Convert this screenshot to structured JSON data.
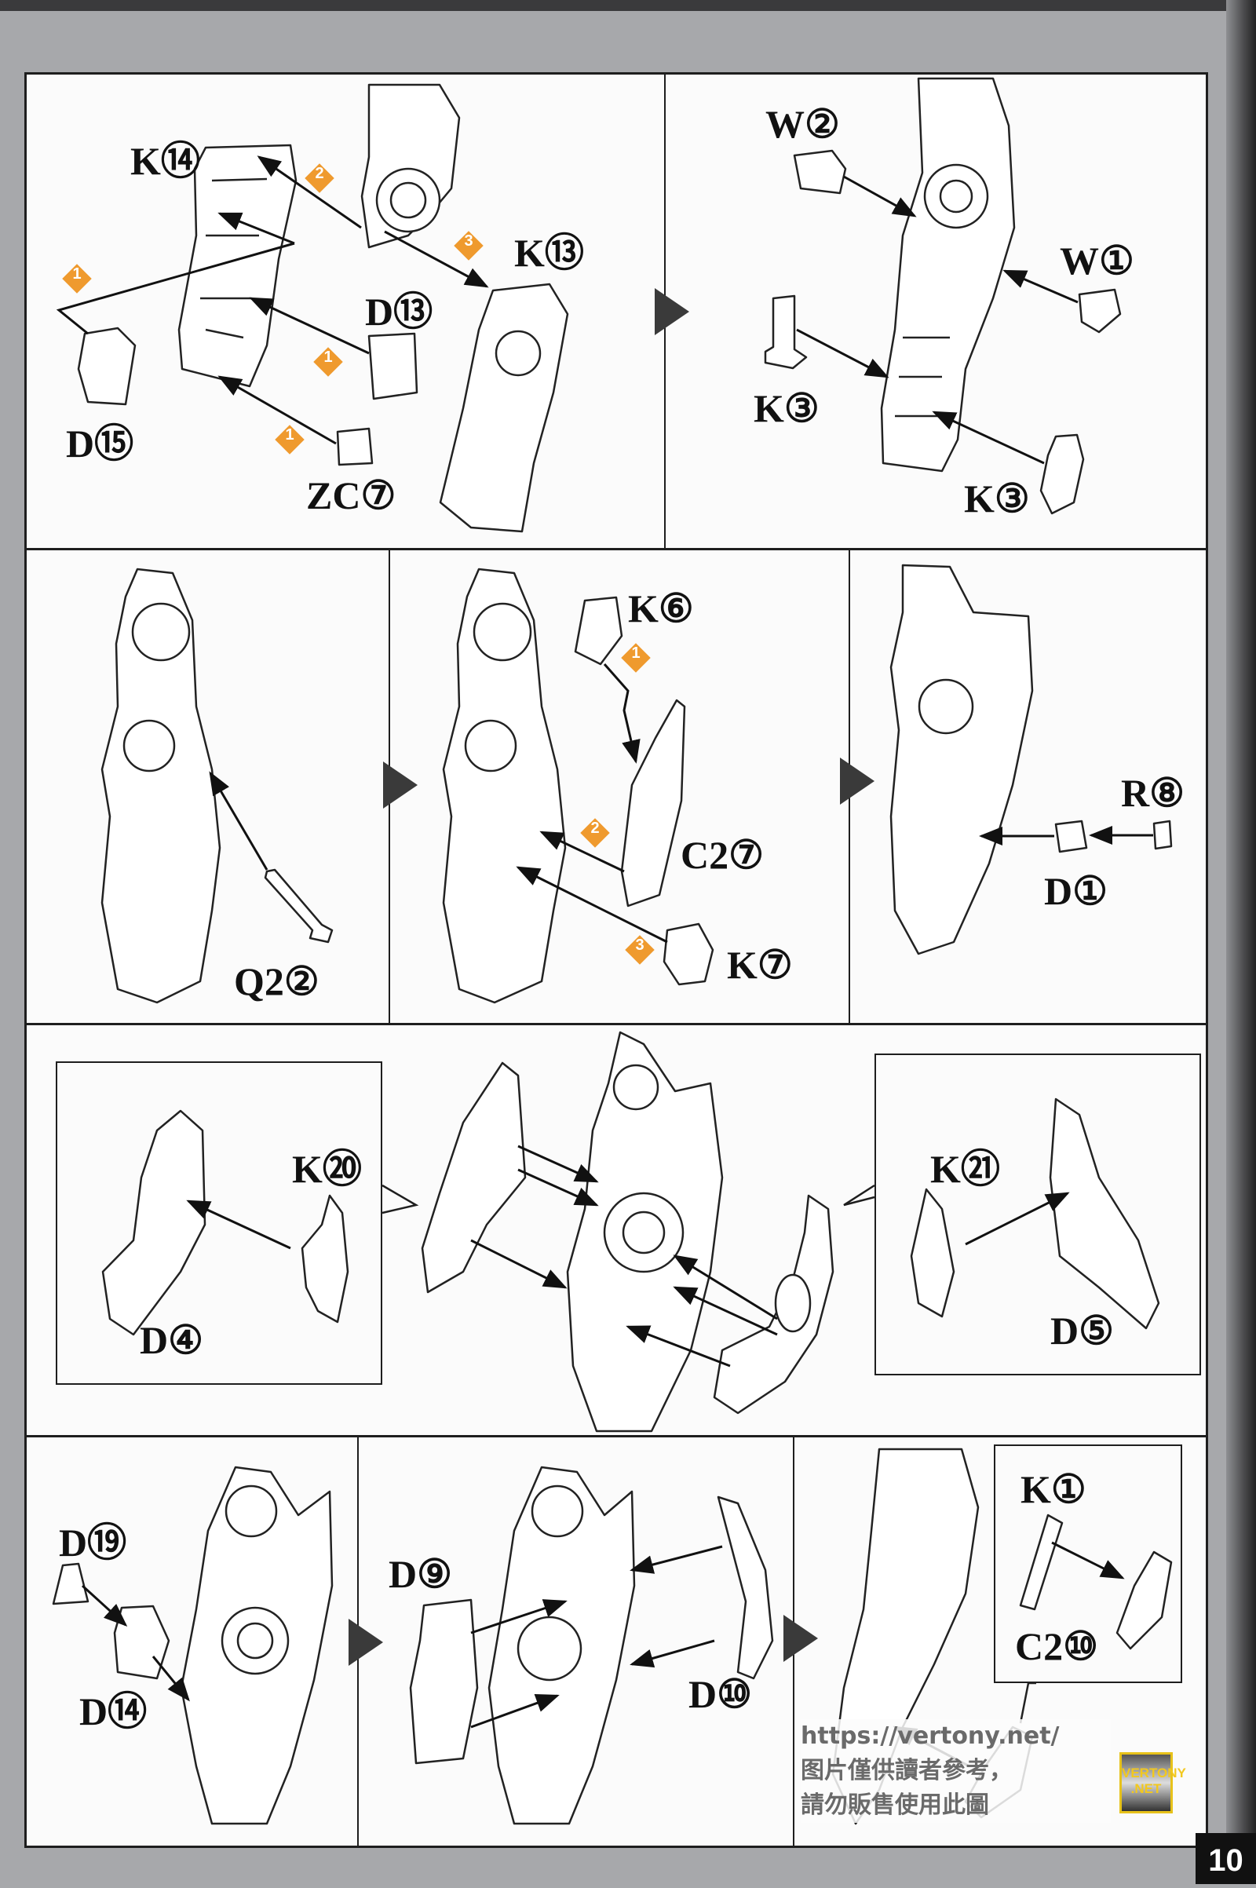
{
  "page_number": "10",
  "logo": {
    "line1": "VERTONY",
    "line2": ".NET"
  },
  "watermark": {
    "url": "https://vertony.net/",
    "line1": "图片僅供讀者參考，",
    "line2": "請勿販售使用此圖"
  },
  "colors": {
    "badge": "#ef9a2e",
    "line": "#1e1e1e",
    "page_bg": "#a7a8ab"
  },
  "step1": {
    "labels": {
      "k14": "K⑭",
      "d13": "D⑬",
      "k13": "K⑬",
      "d15": "D⑮",
      "zc7": "ZC⑦"
    },
    "badges": [
      "2",
      "3",
      "1",
      "1",
      "1"
    ]
  },
  "step2": {
    "labels": {
      "w2": "W②",
      "w1": "W①",
      "k3a": "K③",
      "k3b": "K③"
    }
  },
  "step3": {
    "labels": {
      "q22": "Q2②"
    }
  },
  "step4": {
    "labels": {
      "k6": "K⑥",
      "c27": "C2⑦",
      "k7": "K⑦"
    },
    "badges": [
      "1",
      "2",
      "3"
    ]
  },
  "step5": {
    "labels": {
      "r8": "R⑧",
      "d1": "D①"
    }
  },
  "step6": {
    "labels": {
      "k20": "K⑳",
      "d4": "D④",
      "k21": "K㉑",
      "d5": "D⑤"
    }
  },
  "step7": {
    "labels": {
      "d19": "D⑲",
      "d14": "D⑭"
    }
  },
  "step8": {
    "labels": {
      "d9": "D⑨",
      "d10": "D⑩"
    }
  },
  "step9": {
    "labels": {
      "k1": "K①",
      "c210": "C2⑩"
    }
  }
}
